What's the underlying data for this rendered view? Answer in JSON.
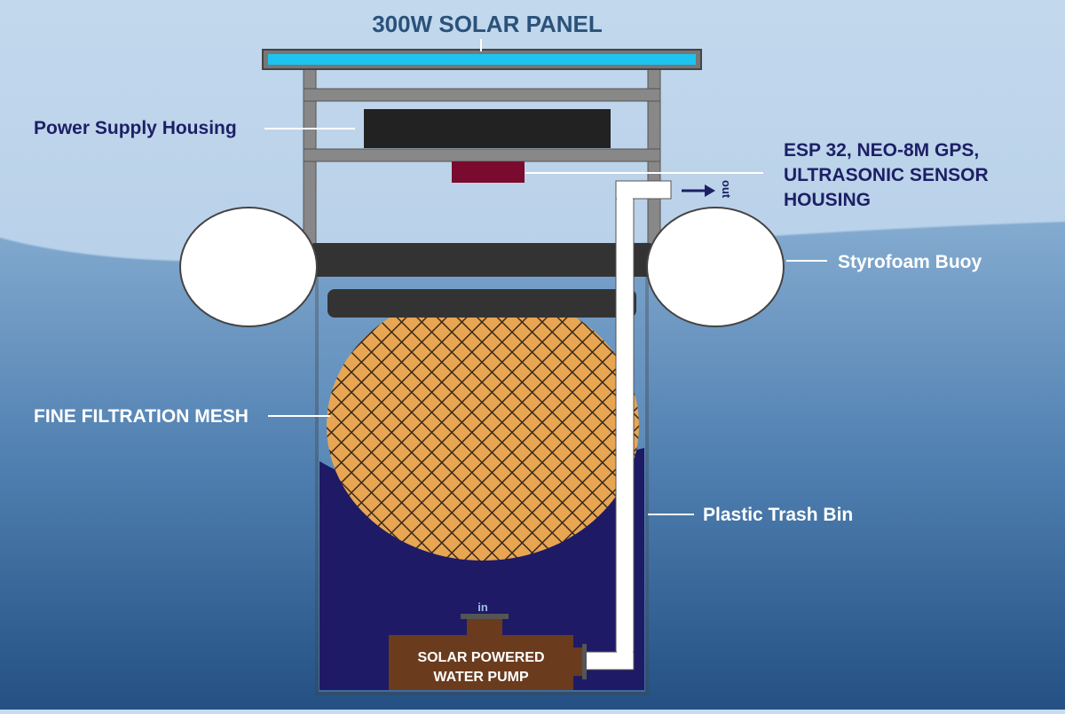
{
  "labels": {
    "title": "300W SOLAR PANEL",
    "power_supply": "Power Supply Housing",
    "sensor_line1": "ESP 32, NEO-8M GPS,",
    "sensor_line2": "ULTRASONIC SENSOR",
    "sensor_line3": "HOUSING",
    "buoy": "Styrofoam Buoy",
    "mesh": "FINE FILTRATION MESH",
    "bin": "Plastic Trash Bin",
    "pump_line1": "SOLAR POWERED",
    "pump_line2": "WATER PUMP",
    "inlet": "in",
    "outlet": "out"
  },
  "colors": {
    "sky_top": "#c2d8ed",
    "sky_bottom": "#a9c5e2",
    "water_top": "#84abd0",
    "water_bottom": "#275487",
    "frame": "#888888",
    "solar_cell": "#1ec4f0",
    "housing": "#222222",
    "sensor_box": "#7a0a2e",
    "bin_water": "#1e1a66",
    "mesh": "#e8a552",
    "pump": "#6b3b1d",
    "label_dark": "#1d1f66",
    "label_title": "#2a527a"
  }
}
